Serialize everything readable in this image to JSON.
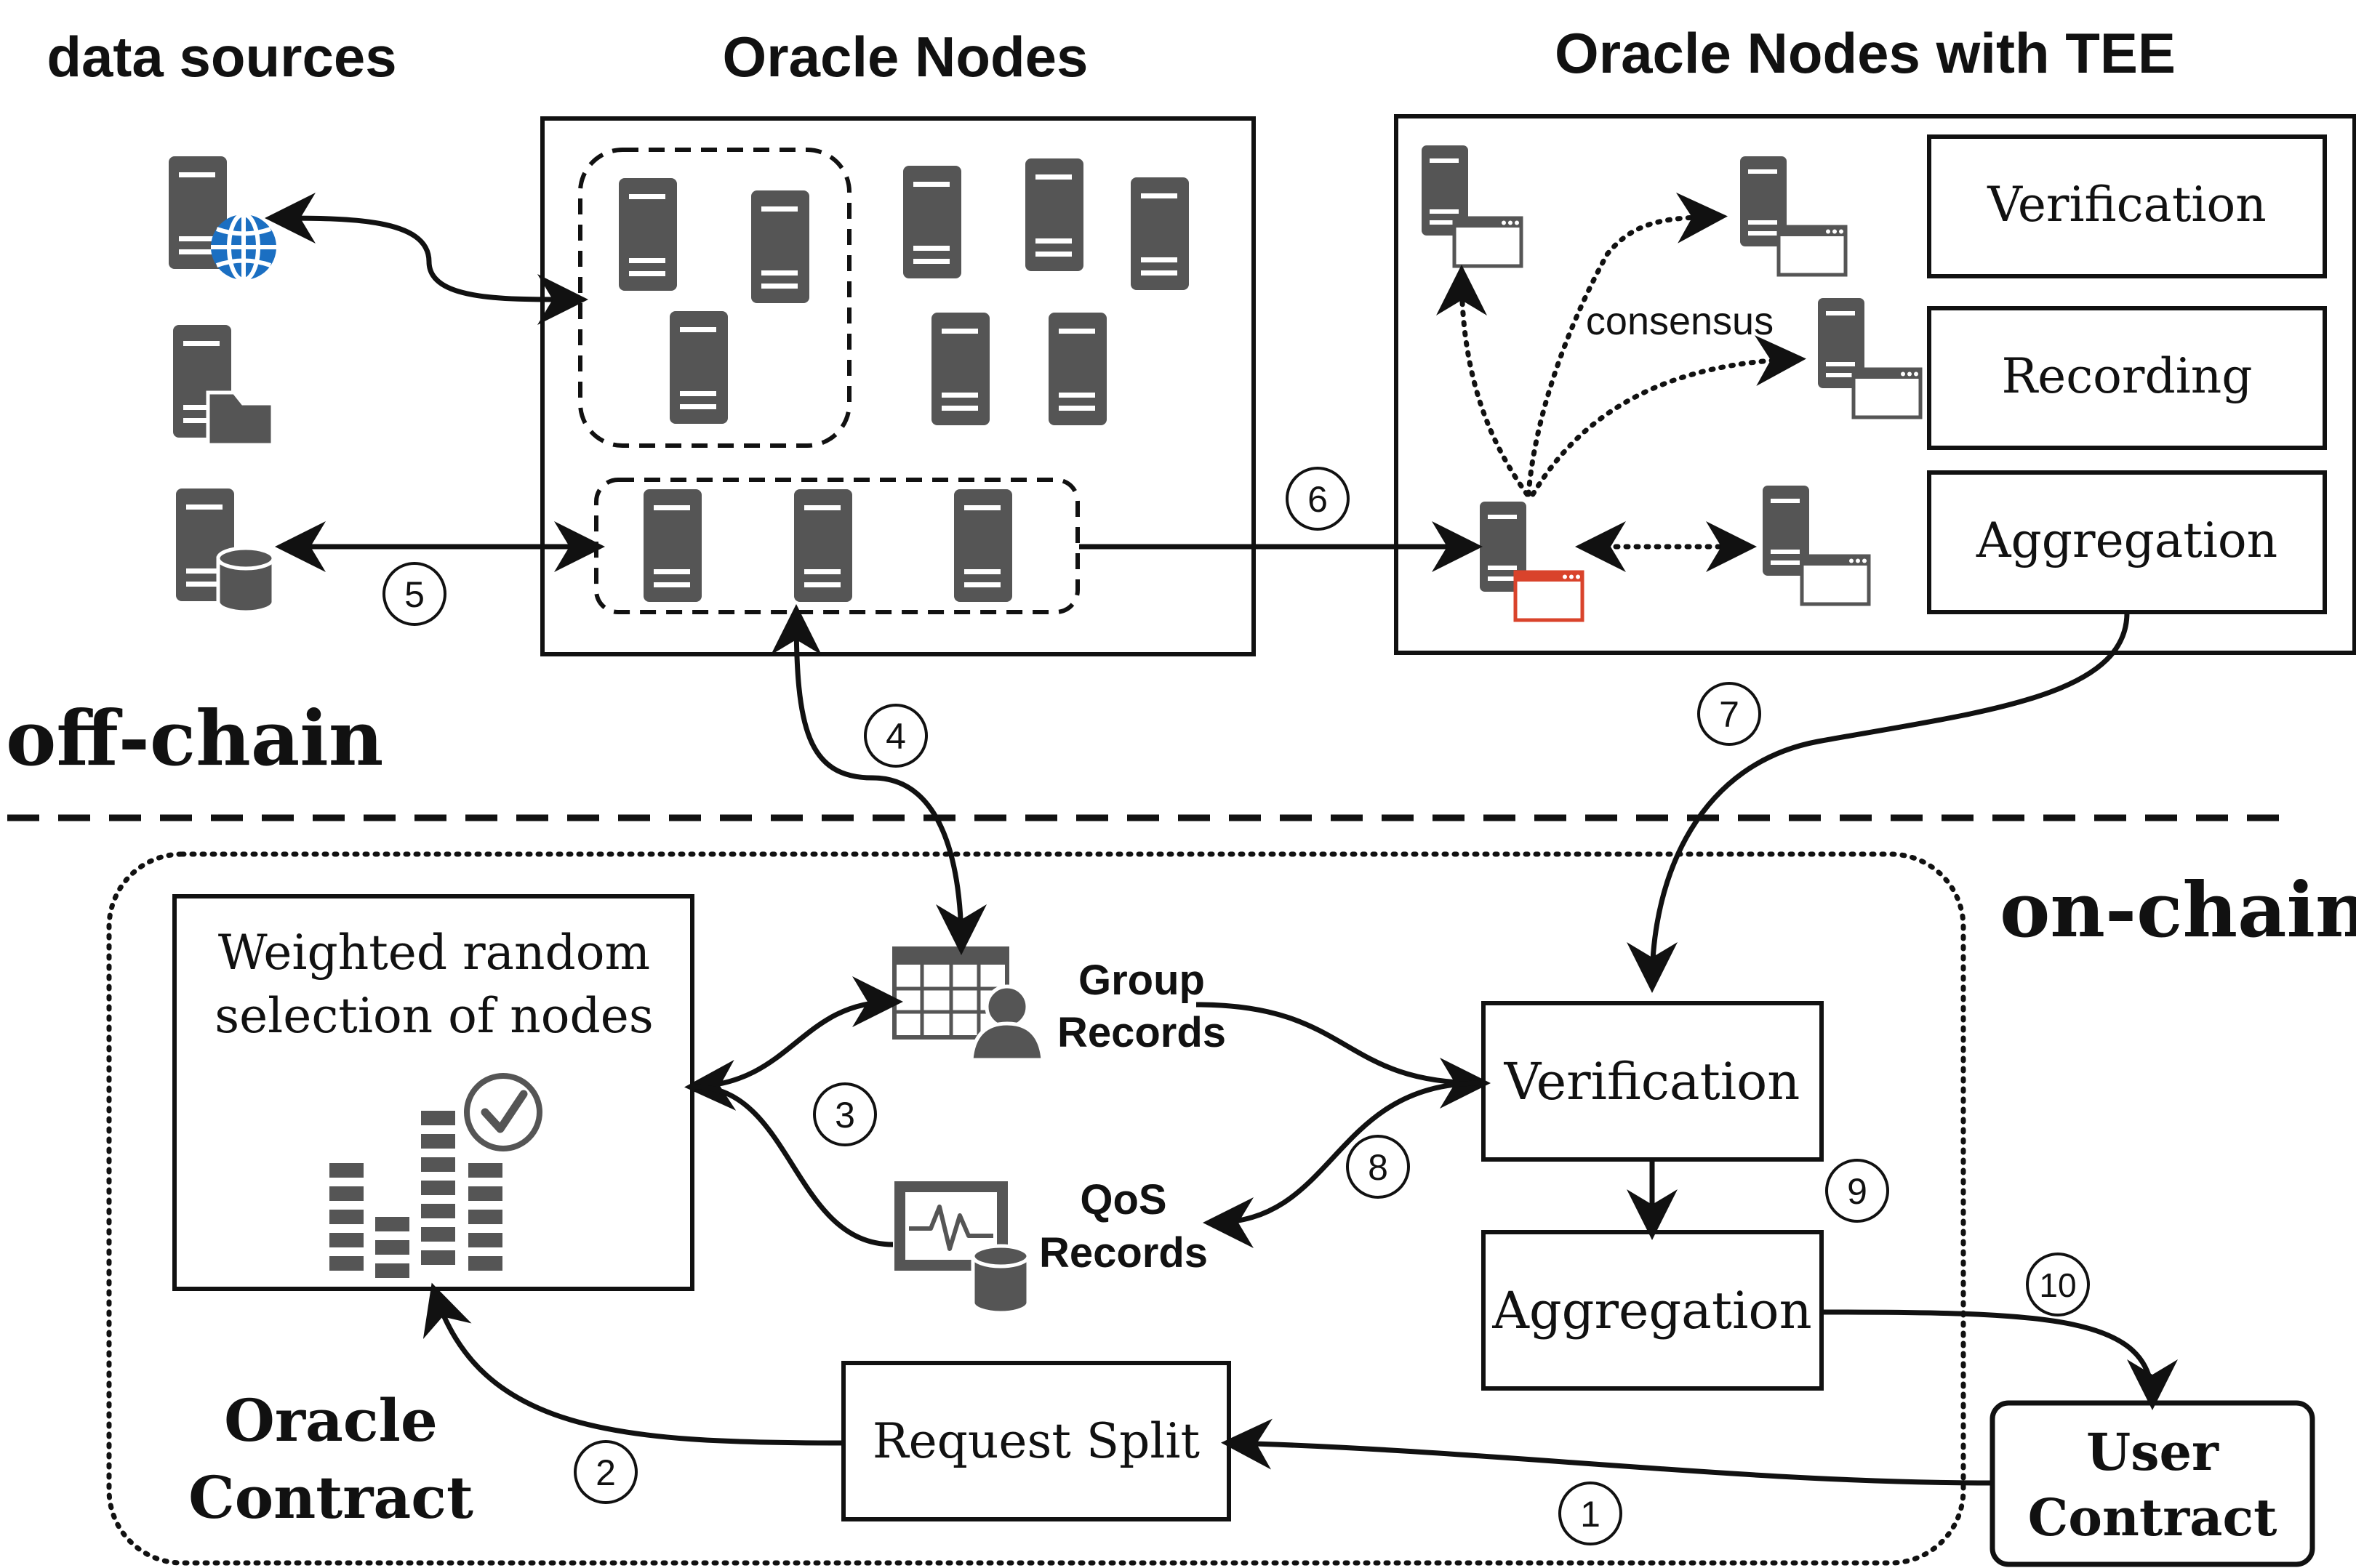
{
  "headers": {
    "data_sources": "data sources",
    "oracle_nodes": "Oracle Nodes",
    "oracle_nodes_tee": "Oracle Nodes with TEE"
  },
  "regions": {
    "off_chain": "off-chain",
    "on_chain": "on-chain",
    "oracle_contract": [
      "Oracle",
      "Contract"
    ]
  },
  "tee_boxes": {
    "verification": "Verification",
    "recording": "Recording",
    "aggregation": "Aggregation",
    "consensus": "consensus"
  },
  "contract_boxes": {
    "weighted_selection": [
      "Weighted random",
      "selection of nodes"
    ],
    "group_records": [
      "Group",
      "Records"
    ],
    "qos_records": [
      "QoS",
      "Records"
    ],
    "verification": "Verification",
    "aggregation": "Aggregation",
    "request_split": "Request Split",
    "user_contract": [
      "User",
      "Contract"
    ]
  },
  "steps": [
    "1",
    "2",
    "3",
    "4",
    "5",
    "6",
    "7",
    "8",
    "9",
    "10"
  ],
  "colors": {
    "ink": "#111111",
    "icon_gray": "#555555",
    "globe_blue": "#1b6fc2",
    "tee_highlight_red": "#d9432b"
  },
  "icons": [
    "server-globe-icon",
    "server-folder-icon",
    "server-database-icon",
    "server-icon",
    "server-window-icon",
    "table-user-icon",
    "monitor-database-icon",
    "bar-chart-check-icon"
  ]
}
